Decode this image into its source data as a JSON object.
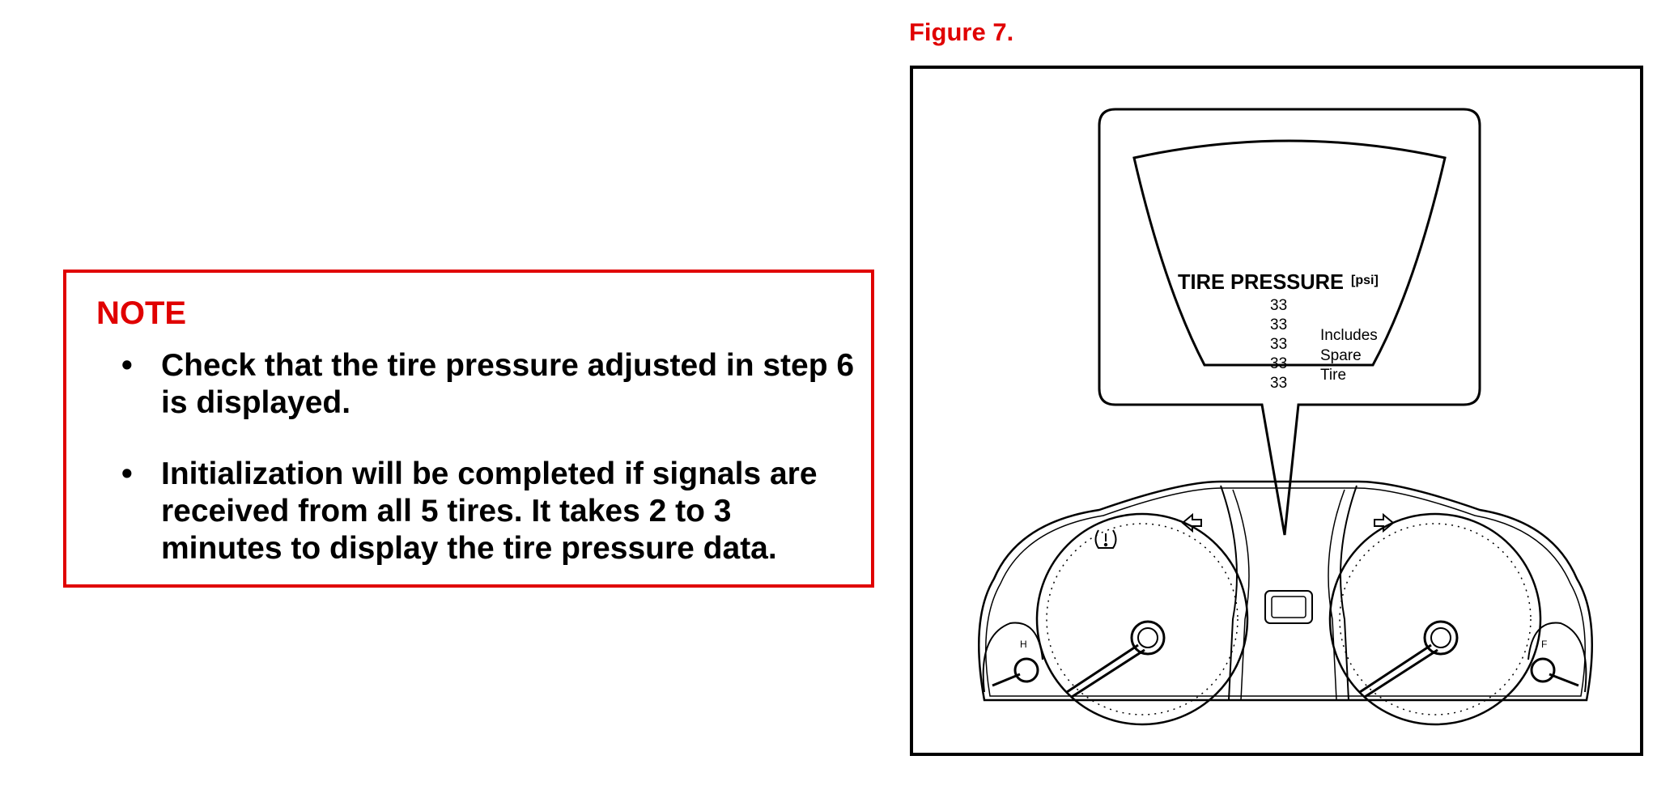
{
  "note": {
    "title": "NOTE",
    "items": [
      {
        "bullet": "•",
        "text": "Check that the tire pressure adjusted in step 6 is displayed."
      },
      {
        "bullet": "•",
        "text": "Initialization will be completed if signals are received from all 5 tires. It takes 2 to 3 minutes to display the tire pressure data."
      }
    ]
  },
  "figure": {
    "label": "Figure 7.",
    "display": {
      "title": "TIRE PRESSURE",
      "unit": "[psi]",
      "values": [
        "33",
        "33",
        "33",
        "33",
        "33"
      ],
      "side_note": [
        "Includes",
        "Spare",
        "Tire"
      ]
    },
    "gauges": {
      "temp_mark": "H",
      "fuel_mark": "F"
    }
  },
  "colors": {
    "accent": "#e00000",
    "line": "#000000"
  },
  "icons": [
    "tpms-warning-icon",
    "left-turn-signal-icon",
    "right-turn-signal-icon"
  ]
}
